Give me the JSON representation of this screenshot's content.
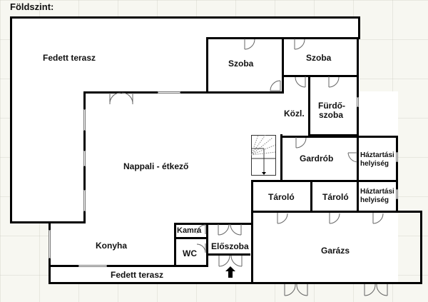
{
  "title": "Földszint:",
  "rooms": {
    "fedett_terasz_top": "Fedett terasz",
    "szoba_1": "Szoba",
    "szoba_2": "Szoba",
    "furdoszoba_line1": "Fürdő-",
    "furdoszoba_line2": "szoba",
    "kozl": "Közl.",
    "nappali": "Nappali - étkező",
    "gardrob": "Gardrób",
    "haztartasi_1_line1": "Háztartási",
    "haztartasi_1_line2": "helyiség",
    "tarolo_1": "Tároló",
    "tarolo_2": "Tároló",
    "haztartasi_2_line1": "Háztartási",
    "haztartasi_2_line2": "helyiség",
    "kamra": "Kamra",
    "konyha": "Konyha",
    "wc": "WC",
    "eloszoba": "Előszoba",
    "garazs": "Garázs",
    "fedett_terasz_bottom": "Fedett terasz"
  },
  "icons": {
    "entrance": "arrow-up",
    "stairs": "staircase"
  },
  "colors": {
    "wall": "#000000",
    "background": "#f7f7f1",
    "floor": "#ffffff"
  }
}
